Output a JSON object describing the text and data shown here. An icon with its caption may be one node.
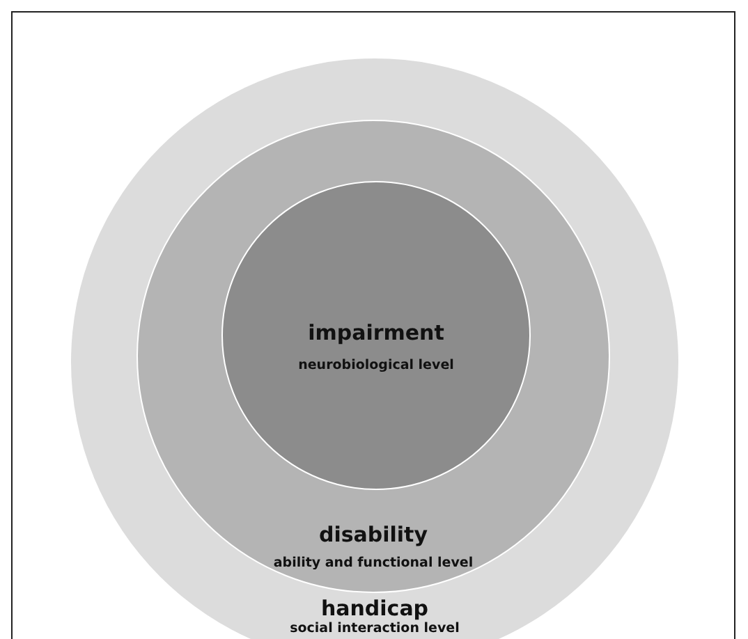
{
  "diagram": {
    "nodes": [
      {
        "text": [
          "handicap",
          "social interaction level"
        ]
      },
      {
        "text": [
          "disability",
          "ability and functional level"
        ],
        "in": 0
      },
      {
        "text": [
          "impairment",
          "neurobiological level"
        ],
        "in": 1
      }
    ]
  }
}
